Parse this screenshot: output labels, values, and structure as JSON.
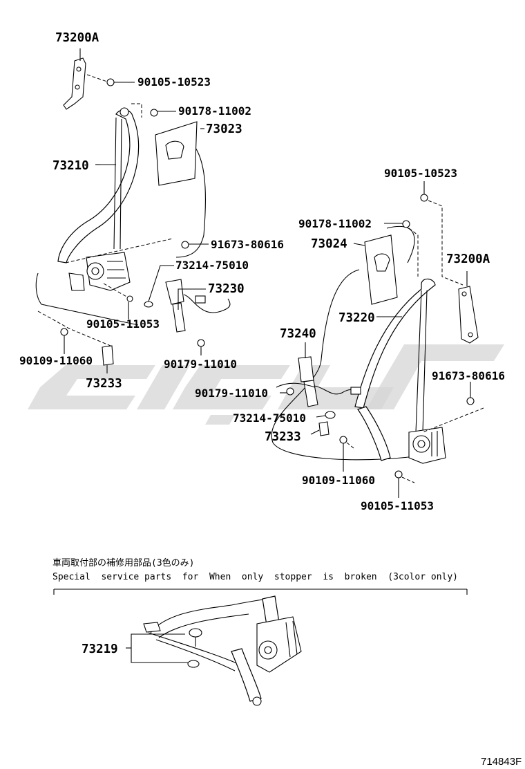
{
  "labels": {
    "l73200a_top": "73200A",
    "l90105_10523_top": "90105-10523",
    "l90178_11002_left": "90178-11002",
    "l73023": "73023",
    "l73210": "73210",
    "l91673_80616_left": "91673-80616",
    "l73214_75010_left": "73214-75010",
    "l73230": "73230",
    "l90105_11053_left": "90105-11053",
    "l90109_11060_left": "90109-11060",
    "l90179_11010_left": "90179-11010",
    "l73233_left": "73233",
    "l90105_10523_right": "90105-10523",
    "l90178_11002_right": "90178-11002",
    "l73024": "73024",
    "l73200a_right": "73200A",
    "l73220": "73220",
    "l73240": "73240",
    "l91673_80616_right": "91673-80616",
    "l90179_11010_right": "90179-11010",
    "l73214_75010_right": "73214-75010",
    "l73233_right": "73233",
    "l90109_11060_right": "90109-11060",
    "l90105_11053_right": "90105-11053",
    "l73219": "73219"
  },
  "note": {
    "japanese": "車両取付部の補修用部品(3色のみ)",
    "english": "Special  service parts  for  When  only  stopper  is  broken  (3color only)"
  },
  "figure_number": "714843F"
}
